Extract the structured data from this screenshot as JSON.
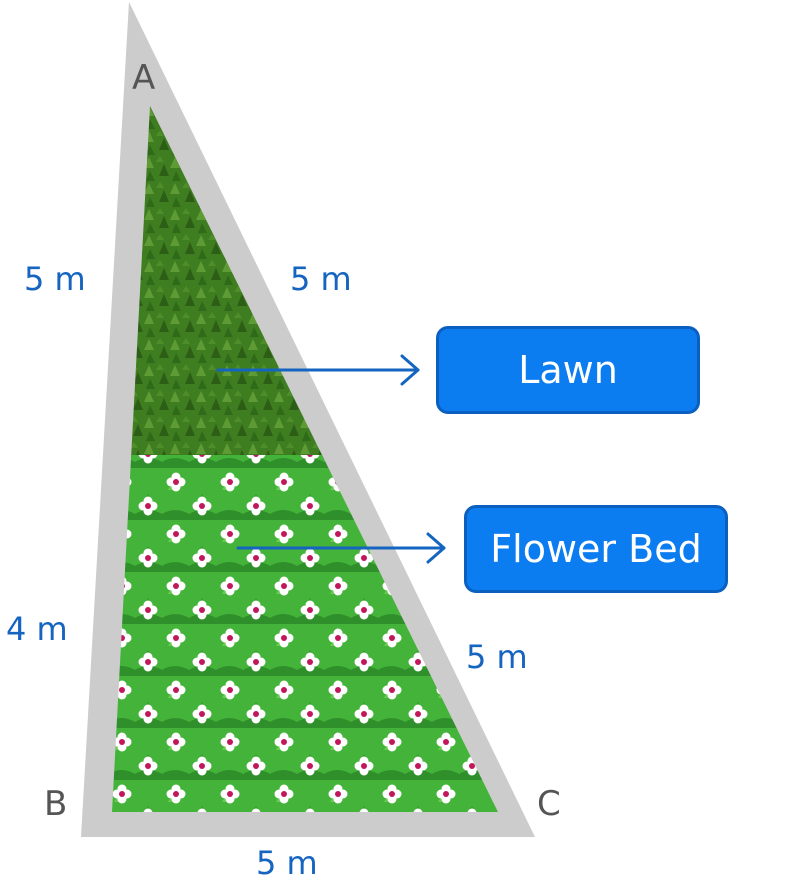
{
  "vertices": {
    "a": "A",
    "b": "B",
    "c": "C"
  },
  "measurements": {
    "ab_full": "5 m",
    "ac_upper": "5 m",
    "ab_lower": "4 m",
    "ac_lower": "5 m",
    "bc": "5 m"
  },
  "callouts": {
    "lawn": "Lawn",
    "flower_bed": "Flower Bed"
  },
  "colors": {
    "border": "#cccccc",
    "lawn": "#3f7d21",
    "flower_bed": "#44b339",
    "accent": "#0b7df0",
    "label_text": "#1565c0"
  }
}
